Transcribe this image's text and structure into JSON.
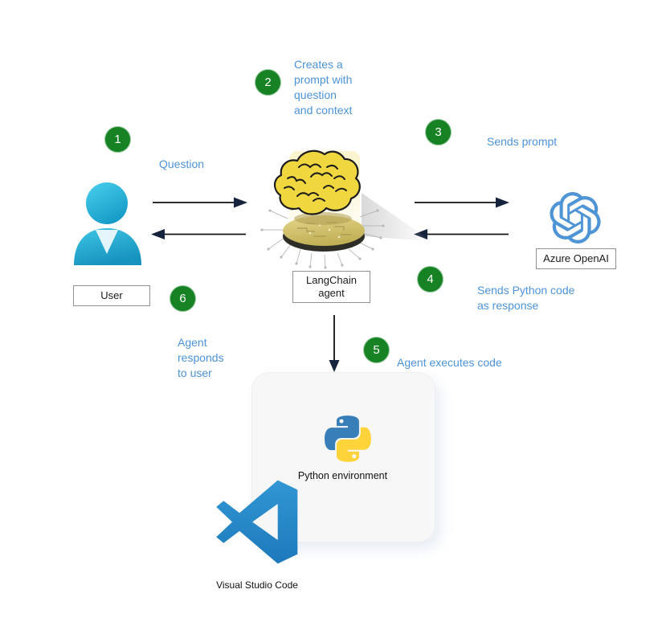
{
  "steps": {
    "s1": {
      "number": "1",
      "caption": "Question"
    },
    "s2": {
      "number": "2",
      "caption": "Creates a\nprompt with\nquestion\nand context"
    },
    "s3": {
      "number": "3",
      "caption": "Sends prompt"
    },
    "s4": {
      "number": "4",
      "caption": "Sends Python code\nas response"
    },
    "s5": {
      "number": "5",
      "caption": "Agent executes code"
    },
    "s6": {
      "number": "6",
      "caption": "Agent\nresponds\nto user"
    }
  },
  "nodes": {
    "user": {
      "label": "User"
    },
    "agent": {
      "label": "LangChain\nagent"
    },
    "azure": {
      "label": "Azure OpenAI"
    },
    "python": {
      "label": "Python environment"
    },
    "vscode": {
      "label": "Visual Studio Code"
    }
  },
  "icons": {
    "user": "person-icon",
    "agent": "brain-on-chip-icon",
    "azure": "openai-logo-icon",
    "python": "python-logo-icon",
    "vscode": "vscode-logo-icon"
  },
  "colors": {
    "badge_green": "#168224",
    "caption_blue": "#4D93D8",
    "azure_logo_blue": "#4F95D6",
    "vscode_blue": "#2789CA",
    "python_blue": "#387EB8",
    "python_yellow": "#FFD43B",
    "user_teal": "#29B7DC",
    "brain_yellow": "#F0D63F",
    "disk_khaki": "#CEBE68",
    "arrow_line": "#111111",
    "arrowhead_navy": "#15233C",
    "card_bg": "#F7F7F8"
  }
}
